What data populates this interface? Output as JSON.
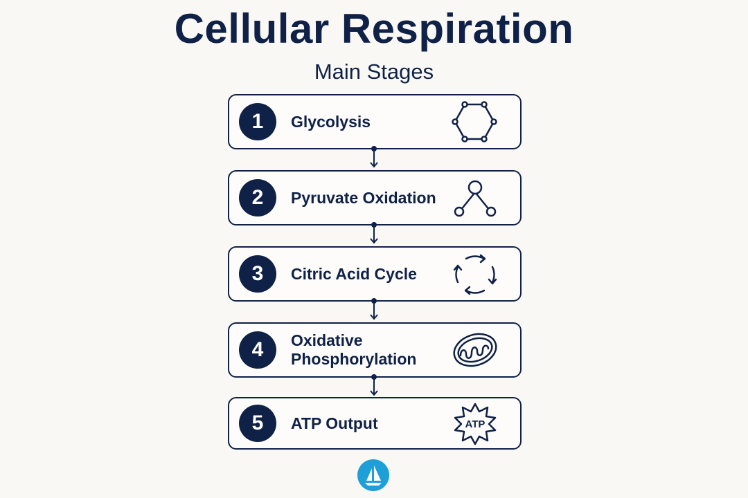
{
  "header": {
    "title": "Cellular Respiration",
    "subtitle": "Main Stages"
  },
  "stages": [
    {
      "number": "1",
      "label": "Glycolysis",
      "icon": "hexagon-molecule-icon"
    },
    {
      "number": "2",
      "label": "Pyruvate Oxidation",
      "icon": "branched-molecule-icon"
    },
    {
      "number": "3",
      "label": "Citric Acid Cycle",
      "icon": "cycle-arrows-icon"
    },
    {
      "number": "4",
      "label": "Oxidative Phosphorylation",
      "icon": "mitochondrion-icon"
    },
    {
      "number": "5",
      "label": "ATP Output",
      "icon": "atp-burst-icon",
      "icon_text": "ATP"
    }
  ],
  "colors": {
    "primary": "#0f2147",
    "background": "#faf8f5",
    "logo": "#1f9fd8"
  },
  "logo": {
    "icon": "sailboat-logo-icon"
  }
}
